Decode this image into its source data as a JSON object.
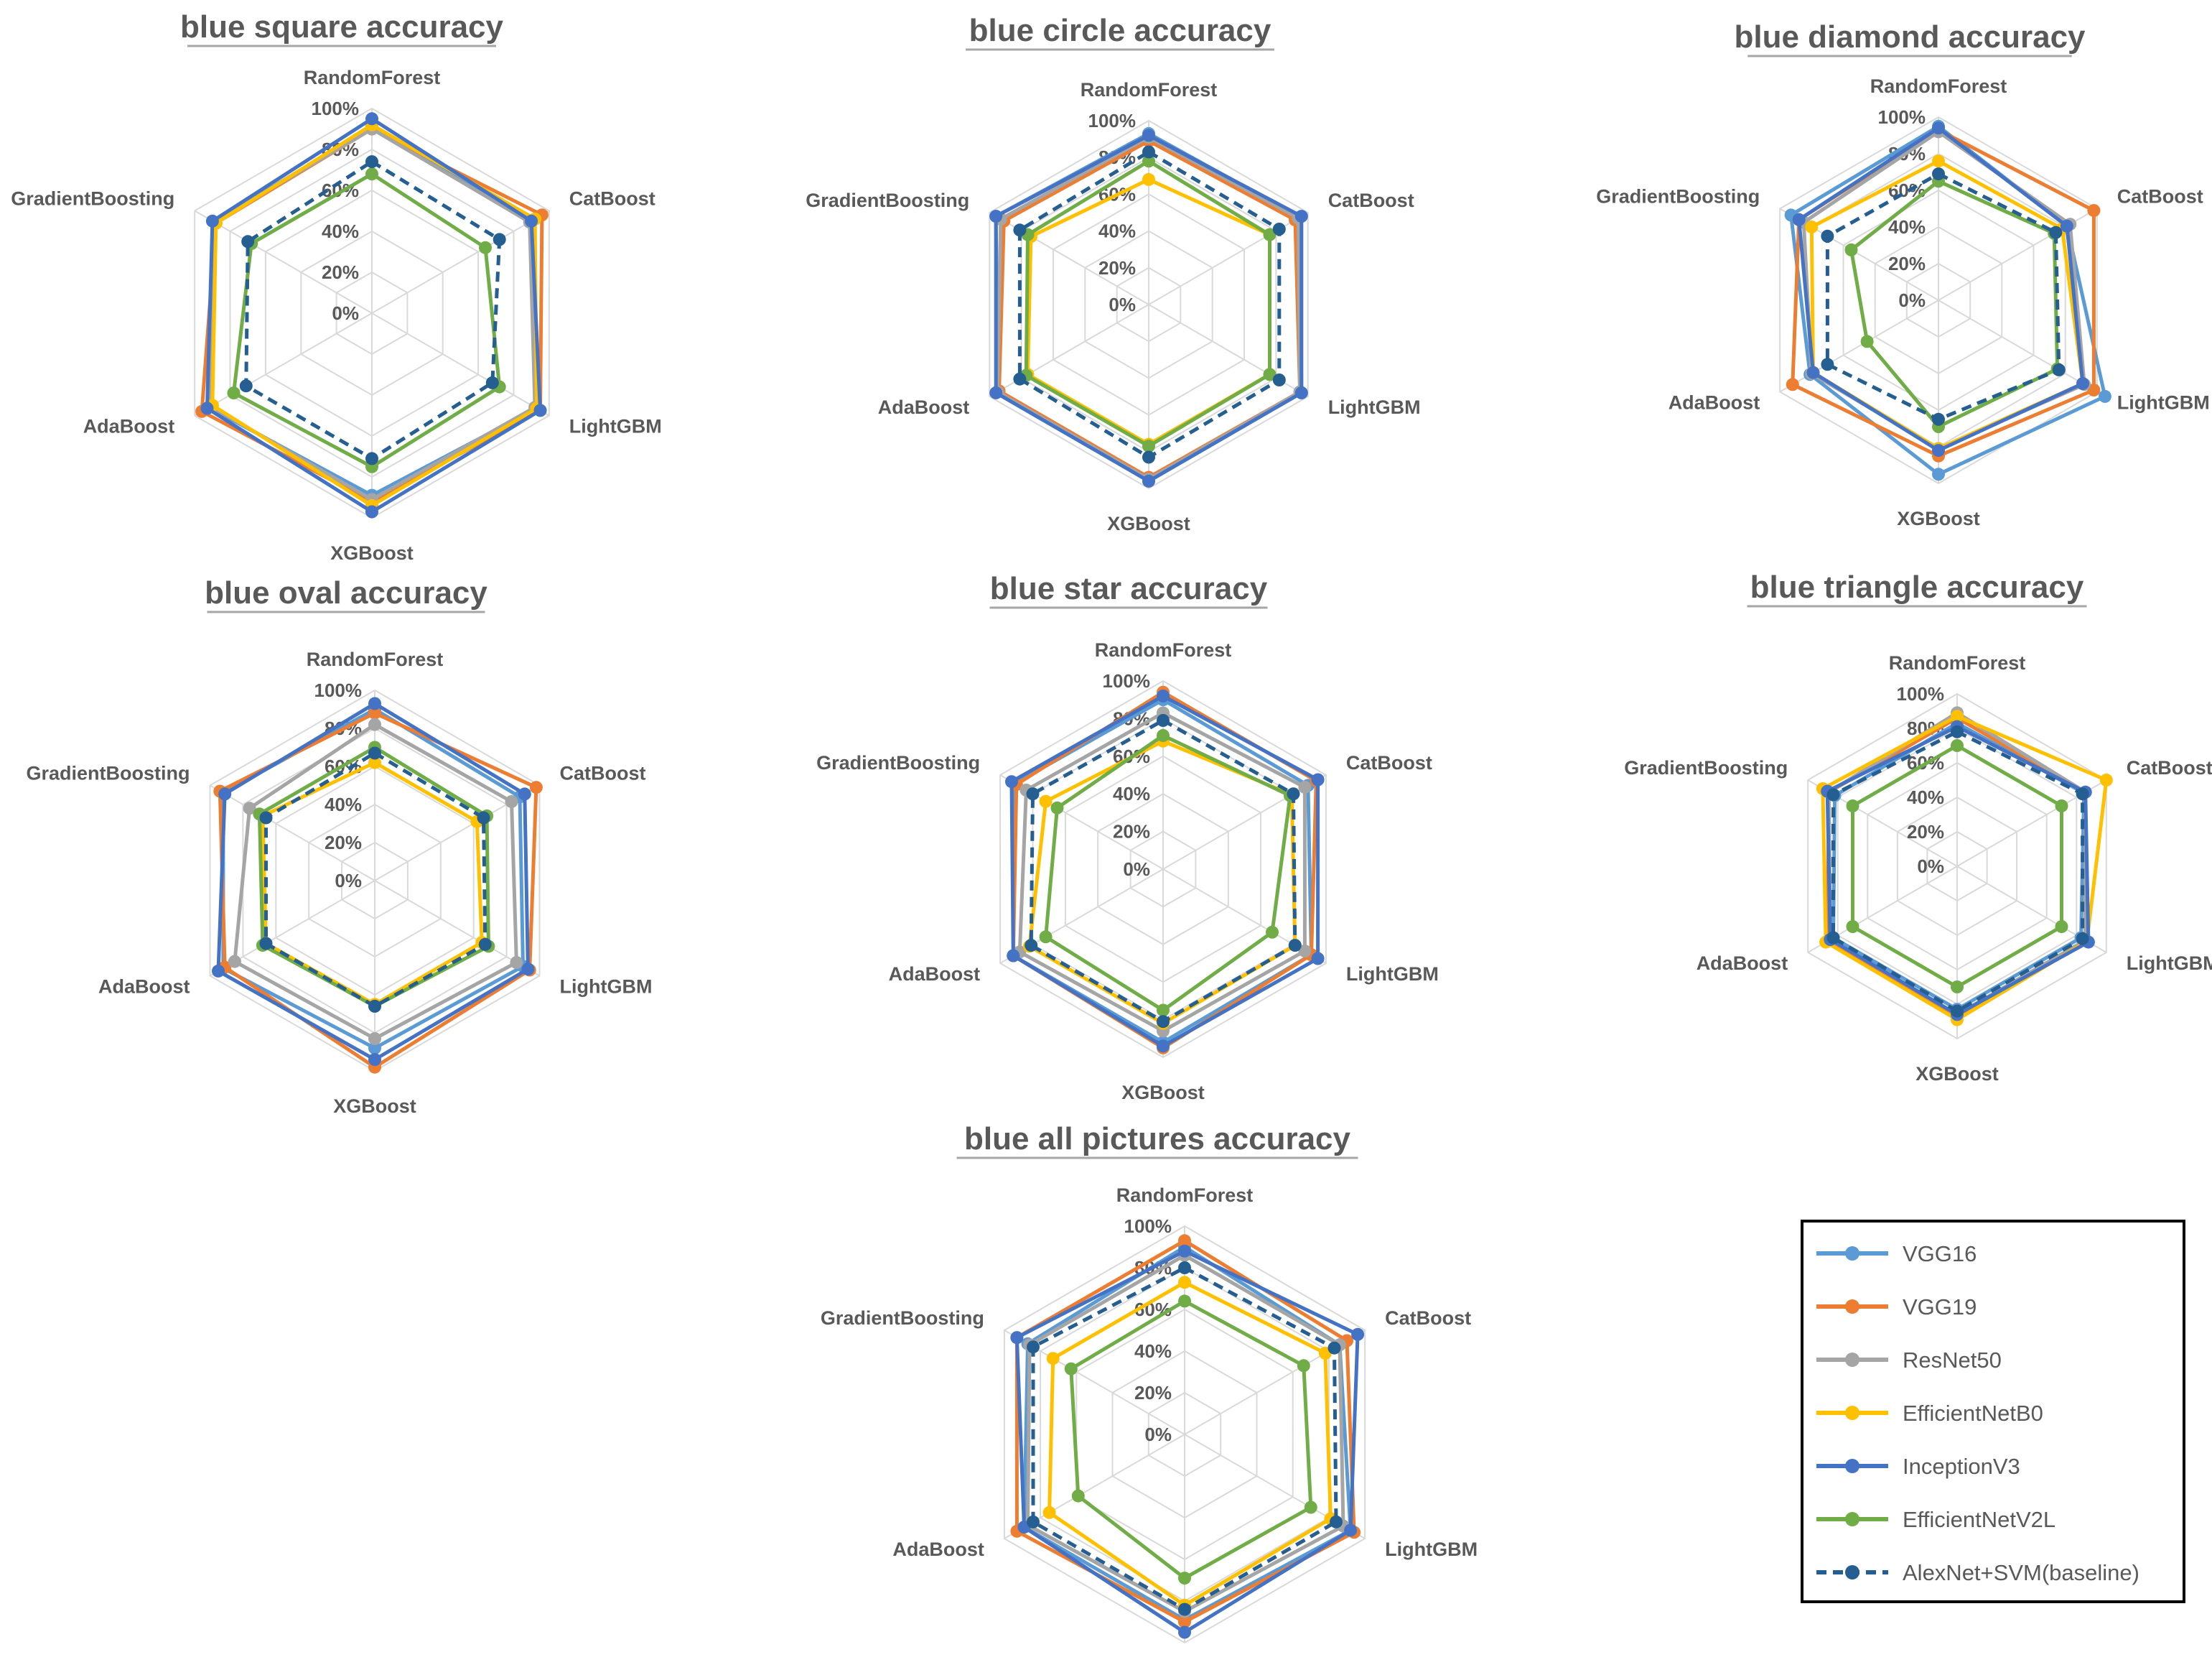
{
  "axes": [
    "RandomForest",
    "CatBoost",
    "LightGBM",
    "XGBoost",
    "AdaBoost",
    "GradientBoosting"
  ],
  "ticks": [
    "0%",
    "20%",
    "40%",
    "60%",
    "80%",
    "100%"
  ],
  "series_styles": [
    {
      "name": "VGG16",
      "color": "#5B9BD5",
      "dash": false
    },
    {
      "name": "VGG19",
      "color": "#ED7D31",
      "dash": false
    },
    {
      "name": "ResNet50",
      "color": "#A5A5A5",
      "dash": false
    },
    {
      "name": "EfficientNetB0",
      "color": "#FFC000",
      "dash": false
    },
    {
      "name": "InceptionV3",
      "color": "#4472C4",
      "dash": false
    },
    {
      "name": "EfficientNetV2L",
      "color": "#70AD47",
      "dash": false
    },
    {
      "name": "AlexNet+SVM(baseline)",
      "color": "#255E91",
      "dash": true
    }
  ],
  "legend": {
    "items": [
      "VGG16",
      "VGG19",
      "ResNet50",
      "EfficientNetB0",
      "InceptionV3",
      "EfficientNetV2L",
      "AlexNet+SVM(baseline)"
    ]
  },
  "chart_data": [
    {
      "type": "radar",
      "title": "blue square accuracy",
      "categories": [
        "RandomForest",
        "CatBoost",
        "LightGBM",
        "XGBoost",
        "AdaBoost",
        "GradientBoosting"
      ],
      "ylim": [
        0,
        100
      ],
      "series": [
        {
          "name": "VGG16",
          "values": [
            91,
            91,
            93,
            89,
            92,
            89
          ]
        },
        {
          "name": "VGG19",
          "values": [
            90,
            96,
            95,
            92,
            96,
            88
          ]
        },
        {
          "name": "ResNet50",
          "values": [
            90,
            89,
            92,
            91,
            91,
            89
          ]
        },
        {
          "name": "EfficientNetB0",
          "values": [
            92,
            92,
            93,
            94,
            90,
            88
          ]
        },
        {
          "name": "InceptionV3",
          "values": [
            95,
            90,
            95,
            97,
            93,
            90
          ]
        },
        {
          "name": "EfficientNetV2L",
          "values": [
            68,
            64,
            72,
            75,
            78,
            68
          ]
        },
        {
          "name": "AlexNet+SVM(baseline)",
          "values": [
            74,
            72,
            68,
            71,
            71,
            70
          ]
        }
      ]
    },
    {
      "type": "radar",
      "title": "blue circle accuracy",
      "categories": [
        "RandomForest",
        "CatBoost",
        "LightGBM",
        "XGBoost",
        "AdaBoost",
        "GradientBoosting"
      ],
      "ylim": [
        0,
        100
      ],
      "series": [
        {
          "name": "VGG16",
          "values": [
            93,
            95,
            96,
            96,
            95,
            96
          ]
        },
        {
          "name": "VGG19",
          "values": [
            89,
            92,
            95,
            94,
            94,
            91
          ]
        },
        {
          "name": "ResNet50",
          "values": [
            91,
            94,
            95,
            95,
            95,
            93
          ]
        },
        {
          "name": "EfficientNetB0",
          "values": [
            68,
            76,
            76,
            76,
            76,
            74
          ]
        },
        {
          "name": "InceptionV3",
          "values": [
            92,
            96,
            96,
            96,
            96,
            96
          ]
        },
        {
          "name": "EfficientNetV2L",
          "values": [
            78,
            76,
            76,
            77,
            77,
            76
          ]
        },
        {
          "name": "AlexNet+SVM(baseline)",
          "values": [
            83,
            82,
            82,
            83,
            81,
            81
          ]
        }
      ]
    },
    {
      "type": "radar",
      "title": "blue diamond accuracy",
      "categories": [
        "RandomForest",
        "CatBoost",
        "LightGBM",
        "XGBoost",
        "AdaBoost",
        "GradientBoosting"
      ],
      "ylim": [
        0,
        100
      ],
      "series": [
        {
          "name": "VGG16",
          "values": [
            95,
            81,
            105,
            95,
            81,
            93
          ]
        },
        {
          "name": "VGG19",
          "values": [
            93,
            98,
            98,
            85,
            92,
            88
          ]
        },
        {
          "name": "ResNet50",
          "values": [
            92,
            83,
            92,
            81,
            80,
            85
          ]
        },
        {
          "name": "EfficientNetB0",
          "values": [
            76,
            78,
            91,
            81,
            79,
            80
          ]
        },
        {
          "name": "InceptionV3",
          "values": [
            94,
            81,
            91,
            82,
            79,
            88
          ]
        },
        {
          "name": "EfficientNetV2L",
          "values": [
            65,
            73,
            75,
            69,
            45,
            55
          ]
        },
        {
          "name": "AlexNet+SVM(baseline)",
          "values": [
            69,
            74,
            76,
            65,
            70,
            70
          ]
        }
      ]
    },
    {
      "type": "radar",
      "title": "blue oval accuracy",
      "categories": [
        "RandomForest",
        "CatBoost",
        "LightGBM",
        "XGBoost",
        "AdaBoost",
        "GradientBoosting"
      ],
      "ylim": [
        0,
        100
      ],
      "series": [
        {
          "name": "VGG16",
          "values": [
            90,
            88,
            90,
            88,
            92,
            92
          ]
        },
        {
          "name": "VGG19",
          "values": [
            88,
            98,
            94,
            98,
            91,
            94
          ]
        },
        {
          "name": "ResNet50",
          "values": [
            82,
            83,
            86,
            83,
            85,
            76
          ]
        },
        {
          "name": "EfficientNetB0",
          "values": [
            62,
            62,
            65,
            65,
            66,
            68
          ]
        },
        {
          "name": "InceptionV3",
          "values": [
            93,
            91,
            93,
            94,
            95,
            91
          ]
        },
        {
          "name": "EfficientNetV2L",
          "values": [
            70,
            68,
            69,
            66,
            68,
            70
          ]
        },
        {
          "name": "AlexNet+SVM(baseline)",
          "values": [
            67,
            66,
            67,
            66,
            66,
            66
          ]
        }
      ]
    },
    {
      "type": "radar",
      "title": "blue star accuracy",
      "categories": [
        "RandomForest",
        "CatBoost",
        "LightGBM",
        "XGBoost",
        "AdaBoost",
        "GradientBoosting"
      ],
      "ylim": [
        0,
        100
      ],
      "series": [
        {
          "name": "VGG16",
          "values": [
            90,
            89,
            91,
            92,
            92,
            91
          ]
        },
        {
          "name": "VGG19",
          "values": [
            94,
            94,
            91,
            95,
            92,
            90
          ]
        },
        {
          "name": "ResNet50",
          "values": [
            83,
            87,
            87,
            86,
            88,
            84
          ]
        },
        {
          "name": "EfficientNetB0",
          "values": [
            68,
            79,
            81,
            82,
            82,
            72
          ]
        },
        {
          "name": "InceptionV3",
          "values": [
            92,
            95,
            95,
            94,
            92,
            93
          ]
        },
        {
          "name": "EfficientNetV2L",
          "values": [
            71,
            78,
            67,
            75,
            72,
            65
          ]
        },
        {
          "name": "AlexNet+SVM(baseline)",
          "values": [
            79,
            80,
            81,
            81,
            81,
            80
          ]
        }
      ]
    },
    {
      "type": "radar",
      "title": "blue triangle accuracy",
      "categories": [
        "RandomForest",
        "CatBoost",
        "LightGBM",
        "XGBoost",
        "AdaBoost",
        "GradientBoosting"
      ],
      "ylim": [
        0,
        100
      ],
      "series": [
        {
          "name": "VGG16",
          "values": [
            83,
            85,
            83,
            83,
            83,
            82
          ]
        },
        {
          "name": "VGG19",
          "values": [
            86,
            86,
            86,
            87,
            87,
            86
          ]
        },
        {
          "name": "ResNet50",
          "values": [
            89,
            86,
            86,
            86,
            85,
            86
          ]
        },
        {
          "name": "EfficientNetB0",
          "values": [
            87,
            100,
            87,
            89,
            88,
            90
          ]
        },
        {
          "name": "InceptionV3",
          "values": [
            81,
            86,
            88,
            86,
            85,
            87
          ]
        },
        {
          "name": "EfficientNetV2L",
          "values": [
            70,
            70,
            70,
            70,
            70,
            70
          ]
        },
        {
          "name": "AlexNet+SVM(baseline)",
          "values": [
            78,
            84,
            84,
            84,
            83,
            83
          ]
        }
      ]
    },
    {
      "type": "radar",
      "title": "blue all pictures accuracy",
      "categories": [
        "RandomForest",
        "CatBoost",
        "LightGBM",
        "XGBoost",
        "AdaBoost",
        "GradientBoosting"
      ],
      "ylim": [
        0,
        100
      ],
      "series": [
        {
          "name": "VGG16",
          "values": [
            90,
            86,
            92,
            89,
            89,
            87
          ]
        },
        {
          "name": "VGG19",
          "values": [
            93,
            90,
            94,
            90,
            93,
            93
          ]
        },
        {
          "name": "ResNet50",
          "values": [
            86,
            86,
            88,
            85,
            87,
            86
          ]
        },
        {
          "name": "EfficientNetB0",
          "values": [
            73,
            78,
            81,
            82,
            75,
            73
          ]
        },
        {
          "name": "InceptionV3",
          "values": [
            88,
            96,
            92,
            95,
            89,
            93
          ]
        },
        {
          "name": "EfficientNetV2L",
          "values": [
            64,
            66,
            70,
            69,
            59,
            63
          ]
        },
        {
          "name": "AlexNet+SVM(baseline)",
          "values": [
            80,
            83,
            84,
            84,
            84,
            84
          ]
        }
      ]
    }
  ]
}
